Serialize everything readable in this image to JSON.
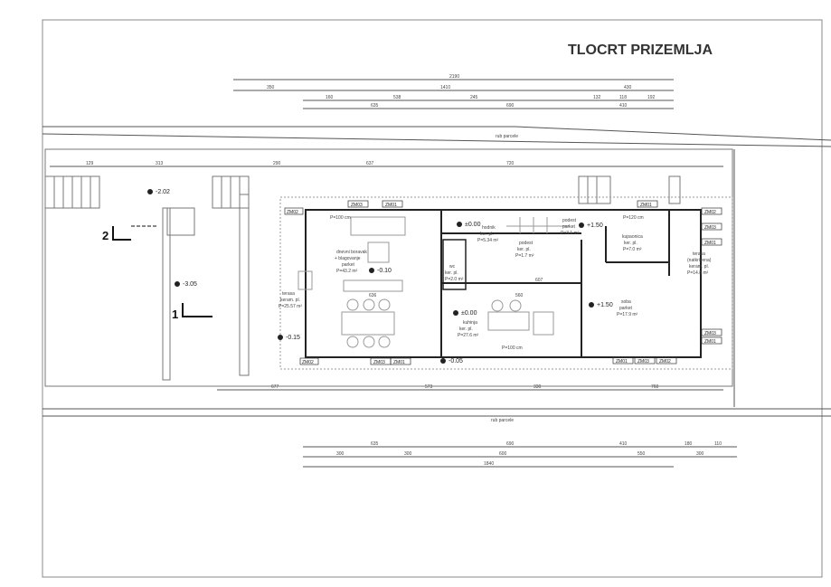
{
  "title": "TLOCRT PRIZEMLJA",
  "plot_edge_label": "rub parcele",
  "section_marks": [
    "2",
    "1"
  ],
  "dims_top": {
    "total": "2190",
    "row1": [
      "350",
      "1410",
      "430"
    ],
    "row2": [
      "160",
      "538",
      "245",
      "132",
      "118",
      "192"
    ],
    "row3": [
      "635",
      "690",
      "410"
    ]
  },
  "dims_upper": [
    "129",
    "313",
    "290",
    "637",
    "720"
  ],
  "dims_lower": [
    "677",
    "573",
    "330",
    "760"
  ],
  "dims_bottom": {
    "row1": [
      "635",
      "690",
      "410",
      "180",
      "110"
    ],
    "row2": [
      "300",
      "300",
      "600",
      "550",
      "300"
    ],
    "total": "1840"
  },
  "levels": [
    "-2.02",
    "-3.05",
    "-0.10",
    "±0.00",
    "±0.00",
    "+1.50",
    "+1.50",
    "-0.15",
    "-0.05"
  ],
  "rooms": [
    {
      "name": "dnevni boravak",
      "name2": "+ blagovanje",
      "floor": "parket",
      "area": "P=43.2 m²"
    },
    {
      "name": "terasa",
      "floor": "keram. pl.",
      "area": "P=25.57 m²"
    },
    {
      "name": "hodnik",
      "floor": "ker. pl.",
      "area": "P=5.34 m²"
    },
    {
      "name": "podest",
      "floor": "ker. pl.",
      "area": "P=1.7 m²"
    },
    {
      "name": "podest",
      "floor": "parket",
      "area": "P=3.1 m²"
    },
    {
      "name": "kupaonica",
      "floor": "ker. pl.",
      "area": "P=7.0 m²"
    },
    {
      "name": "terasa",
      "name2": "(natkrivena)",
      "floor": "keram. pl.",
      "area": "P=14.8 m²"
    },
    {
      "name": "kuhinja",
      "floor": "ker. pl.",
      "area": "P=27.6 m²"
    },
    {
      "name": "soba",
      "floor": "parket",
      "area": "P=17.9 m²"
    },
    {
      "name": "wc",
      "floor": "ker. pl.",
      "area": "P=2.0 m²"
    }
  ],
  "notes": [
    "P=100 cm",
    "P=100 cm",
    "P=120 cm",
    "636",
    "560",
    "607"
  ],
  "window_tags": [
    "ZM02",
    "ZM03",
    "ZM01",
    "ZM02",
    "ZM03",
    "ZM01",
    "ZM02",
    "ZM03",
    "ZM01",
    "ZM03",
    "ZM01",
    "ZM01",
    "ZM03",
    "ZM02",
    "ZM01"
  ]
}
